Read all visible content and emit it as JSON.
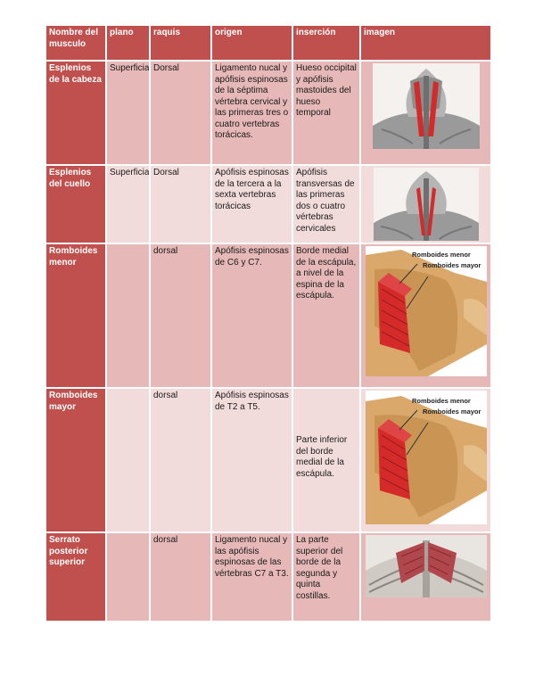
{
  "table": {
    "headers": [
      "Nombre del musculo",
      "plano",
      "raquis",
      "origen",
      "inserción",
      "imagen"
    ],
    "rows": [
      {
        "nombre": "Esplenios de la cabeza",
        "plano": "Superficial",
        "raquis": "Dorsal",
        "origen": "Ligamento nucal y apófisis espinosas de la séptima vértebra cervical y las primeras tres o cuatro vertebras torácicas.",
        "insercion": "Hueso occipital y apófisis mastoides del hueso temporal",
        "imagen": {
          "labels": []
        }
      },
      {
        "nombre": "Esplenios del cuello",
        "plano": "Superficial",
        "raquis": "Dorsal",
        "origen": "Apófisis espinosas de la tercera a la sexta vertebras torácicas",
        "insercion": "Apófisis transversas de las primeras dos o cuatro vértebras cervicales",
        "imagen": {
          "labels": []
        }
      },
      {
        "nombre": "Romboides menor",
        "plano": "",
        "raquis": "dorsal",
        "origen": "Apófisis espinosas de C6 y C7.",
        "insercion": "Borde medial de la escápula, a nivel de la espina de la escápula.",
        "imagen": {
          "labels": [
            "Romboides menor",
            "Romboides mayor"
          ]
        }
      },
      {
        "nombre": "Romboides mayor",
        "plano": "",
        "raquis": "dorsal",
        "origen": "Apófisis espinosas de T2 a T5.",
        "insercion": "Parte inferior del borde medial de la escápula.",
        "imagen": {
          "labels": [
            "Romboides menor",
            "Romboides mayor"
          ]
        }
      },
      {
        "nombre": "Serrato posterior superior",
        "plano": "",
        "raquis": "dorsal",
        "origen": "Ligamento nucal y las apófisis espinosas de las vértebras C7 a T3.",
        "insercion": "La parte superior del borde de la segunda y quinta costillas.",
        "imagen": {
          "labels": []
        }
      }
    ]
  },
  "colors": {
    "header": "#c0504d",
    "row_odd": "#e6b8b7",
    "row_even": "#f2dcdb",
    "muscle": "#d42a2a",
    "bone": "#d9a86a"
  }
}
